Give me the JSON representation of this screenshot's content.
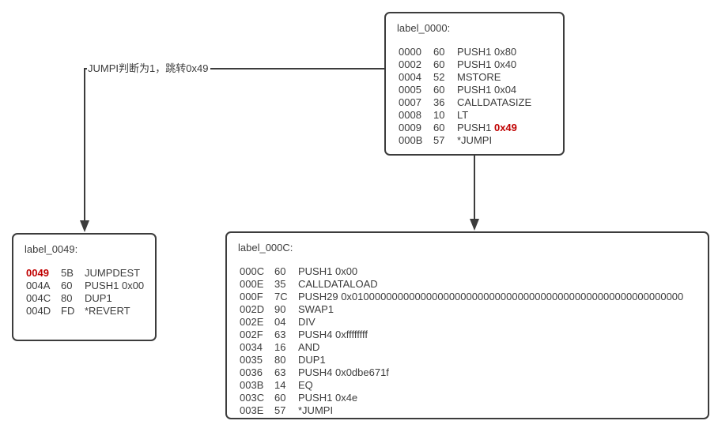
{
  "diagram": {
    "annotation": "JUMPI判断为1，跳转0x49",
    "blocks": [
      {
        "id": "label_0000",
        "title": "label_0000:",
        "instructions": [
          {
            "addr": "0000",
            "op": "60",
            "mnemonic": "PUSH1 0x80"
          },
          {
            "addr": "0002",
            "op": "60",
            "mnemonic": "PUSH1 0x40"
          },
          {
            "addr": "0004",
            "op": "52",
            "mnemonic": "MSTORE"
          },
          {
            "addr": "0005",
            "op": "60",
            "mnemonic": "PUSH1 0x04"
          },
          {
            "addr": "0007",
            "op": "36",
            "mnemonic": "CALLDATASIZE"
          },
          {
            "addr": "0008",
            "op": "10",
            "mnemonic": "LT"
          },
          {
            "addr": "0009",
            "op": "60",
            "mnemonic": "PUSH1 ",
            "operand_highlight": "0x49"
          },
          {
            "addr": "000B",
            "op": "57",
            "mnemonic": "*JUMPI"
          }
        ]
      },
      {
        "id": "label_0049",
        "title": "label_0049:",
        "instructions": [
          {
            "addr": "0049",
            "op": "5B",
            "mnemonic": "JUMPDEST",
            "addr_highlight": true
          },
          {
            "addr": "004A",
            "op": "60",
            "mnemonic": "PUSH1 0x00"
          },
          {
            "addr": "004C",
            "op": "80",
            "mnemonic": "DUP1"
          },
          {
            "addr": "004D",
            "op": "FD",
            "mnemonic": "*REVERT"
          }
        ]
      },
      {
        "id": "label_000C",
        "title": "label_000C:",
        "instructions": [
          {
            "addr": "000C",
            "op": "60",
            "mnemonic": "PUSH1 0x00"
          },
          {
            "addr": "000E",
            "op": "35",
            "mnemonic": "CALLDATALOAD"
          },
          {
            "addr": "000F",
            "op": "7C",
            "mnemonic": "PUSH29 0x0100000000000000000000000000000000000000000000000000000000"
          },
          {
            "addr": "002D",
            "op": "90",
            "mnemonic": "SWAP1"
          },
          {
            "addr": "002E",
            "op": "04",
            "mnemonic": "DIV"
          },
          {
            "addr": "002F",
            "op": "63",
            "mnemonic": "PUSH4 0xffffffff"
          },
          {
            "addr": "0034",
            "op": "16",
            "mnemonic": "AND"
          },
          {
            "addr": "0035",
            "op": "80",
            "mnemonic": "DUP1"
          },
          {
            "addr": "0036",
            "op": "63",
            "mnemonic": "PUSH4 0x0dbe671f"
          },
          {
            "addr": "003B",
            "op": "14",
            "mnemonic": "EQ"
          },
          {
            "addr": "003C",
            "op": "60",
            "mnemonic": "PUSH1 0x4e"
          },
          {
            "addr": "003E",
            "op": "57",
            "mnemonic": "*JUMPI"
          }
        ]
      }
    ]
  },
  "colors": {
    "text": "#3c3c3c",
    "border": "#3c3c3c",
    "highlight": "#c00000",
    "background": "#ffffff"
  }
}
